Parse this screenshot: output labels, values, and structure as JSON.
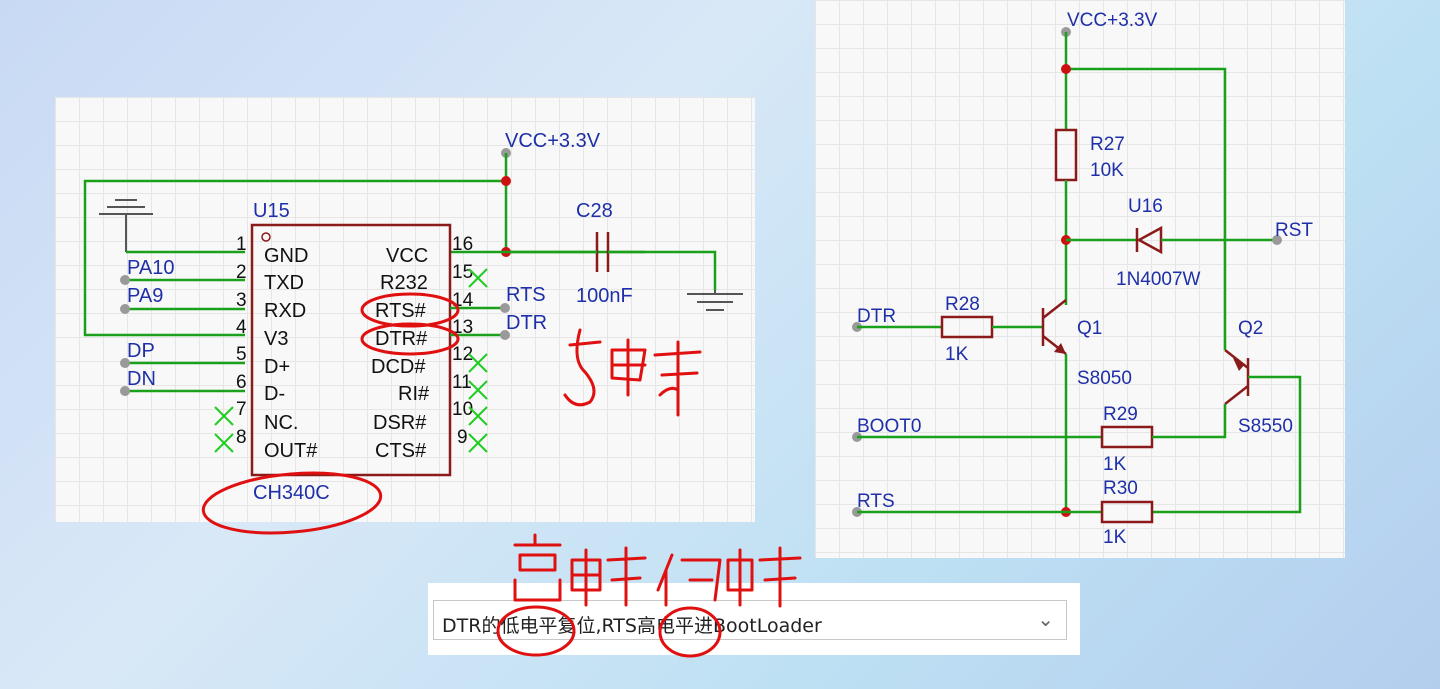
{
  "left_schematic": {
    "supply_label": "VCC+3.3V",
    "chip_ref": "U15",
    "chip_name": "CH340C",
    "left_pins": [
      {
        "num": "1",
        "name": "GND",
        "net": ""
      },
      {
        "num": "2",
        "name": "TXD",
        "net": "PA10"
      },
      {
        "num": "3",
        "name": "RXD",
        "net": "PA9"
      },
      {
        "num": "4",
        "name": "V3",
        "net": ""
      },
      {
        "num": "5",
        "name": "D+",
        "net": "DP"
      },
      {
        "num": "6",
        "name": "D-",
        "net": "DN"
      },
      {
        "num": "7",
        "name": "NC.",
        "net": ""
      },
      {
        "num": "8",
        "name": "OUT#",
        "net": ""
      }
    ],
    "right_pins": [
      {
        "num": "16",
        "name": "VCC",
        "net": ""
      },
      {
        "num": "15",
        "name": "R232",
        "net": ""
      },
      {
        "num": "14",
        "name": "RTS#",
        "net": "RTS"
      },
      {
        "num": "13",
        "name": "DTR#",
        "net": "DTR"
      },
      {
        "num": "12",
        "name": "DCD#",
        "net": ""
      },
      {
        "num": "11",
        "name": "RI#",
        "net": ""
      },
      {
        "num": "10",
        "name": "DSR#",
        "net": ""
      },
      {
        "num": "9",
        "name": "CTS#",
        "net": ""
      }
    ],
    "cap_ref": "C28",
    "cap_value": "100nF"
  },
  "right_schematic": {
    "supply_label": "VCC+3.3V",
    "r27_ref": "R27",
    "r27_value": "10K",
    "diode_ref": "U16",
    "diode_value": "1N4007W",
    "rst_label": "RST",
    "dtr_label": "DTR",
    "r28_ref": "R28",
    "r28_value": "1K",
    "q1_ref": "Q1",
    "q1_value": "S8050",
    "q2_ref": "Q2",
    "q2_value": "S8550",
    "boot0_label": "BOOT0",
    "r29_ref": "R29",
    "r29_value": "1K",
    "rts_label": "RTS",
    "r30_ref": "R30",
    "r30_value": "1K"
  },
  "dropdown": {
    "selected": "DTR的低电平复位,RTS高电平进BootLoader"
  },
  "colors": {
    "wire": "#1aa01a",
    "component": "#8b1a1a",
    "label": "#1e2fa8",
    "junction": "#cc1111",
    "annotation": "#e01010"
  }
}
